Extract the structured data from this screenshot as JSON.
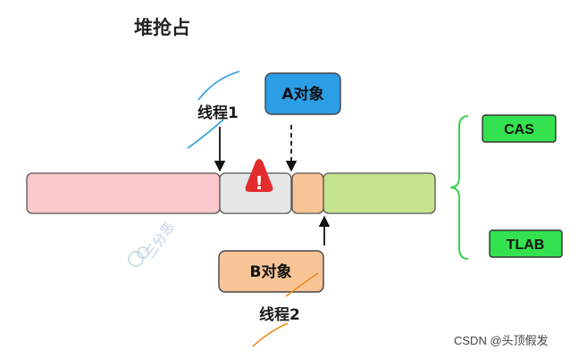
{
  "title": "堆抢占",
  "threads": {
    "thread1": "线程1",
    "thread2": "线程2"
  },
  "objects": {
    "a": "A对象",
    "b": "B对象"
  },
  "alert_symbol": "!",
  "strategies": [
    "CAS",
    "TLAB"
  ],
  "watermark": "三分恶",
  "credit": "CSDN @头顶假发",
  "colors": {
    "heap_pink": "#f9c8cb",
    "heap_grey": "#e6e6e6",
    "heap_orange": "#f8c496",
    "heap_green": "#c5e48d",
    "object_a": "#2b9ee6",
    "object_b": "#f7c596",
    "tag_green": "#34e14f",
    "warning_red": "#e32c2c",
    "scribble_blue": "#2a9de2",
    "scribble_orange": "#f08a1f"
  }
}
